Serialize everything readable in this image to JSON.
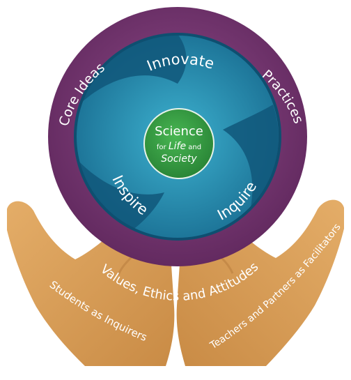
{
  "diagram": {
    "center": {
      "line1": "Science",
      "line2_prefix": "for ",
      "line2_italic": "Life",
      "line2_suffix": " and",
      "line3": "Society"
    },
    "inner_ring": [
      "Innovate",
      "Inspire",
      "Inquire"
    ],
    "outer_ring": {
      "left": "Core Ideas",
      "right": "Practices",
      "bottom": "Values, Ethics and Attitudes"
    },
    "hands": {
      "left": "Students as Inquirers",
      "right": "Teachers and Partners as Facilitators"
    },
    "colors": {
      "outer_ring": "#6d2f69",
      "outer_ring_light": "#8f4b89",
      "inner_dark": "#0e4f70",
      "inner_light": "#3db1cf",
      "center": "#3aa046",
      "hand": "#dca15c",
      "hand_shadow": "#c58a48",
      "text": "#ffffff"
    }
  }
}
